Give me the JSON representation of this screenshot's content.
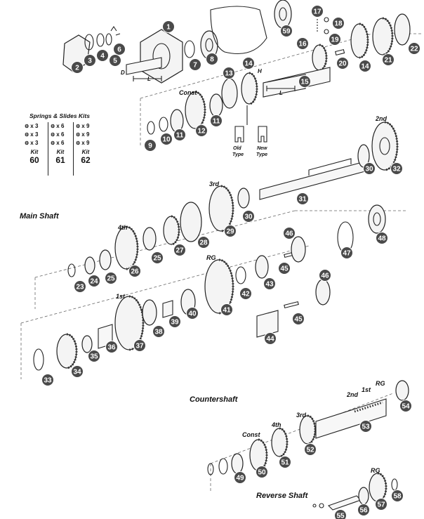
{
  "section_labels": {
    "main_shaft": "Main Shaft",
    "countershaft": "Countershaft",
    "reverse_shaft": "Reverse Shaft"
  },
  "gear_labels": {
    "const_top": "Const",
    "second_top": "2nd",
    "third_main": "3rd",
    "fourth_main": "4th",
    "rg_main": "RG",
    "first_main": "1st",
    "rg_counter": "RG",
    "first_counter": "1st",
    "second_counter": "2nd",
    "third_counter": "3rd",
    "fourth_counter": "4th",
    "const_counter": "Const",
    "rg_reverse": "RG"
  },
  "dimension_labels": {
    "d": "D",
    "l1": "L",
    "h": "H",
    "l2": "L"
  },
  "type_labels": {
    "old": "Old\nType",
    "new": "New\nType",
    "old_line1": "Old",
    "old_line2": "Type",
    "new_line1": "New",
    "new_line2": "Type"
  },
  "kit_table": {
    "title": "Springs & Slides Kits",
    "kit_label": "Kit",
    "columns": [
      {
        "rows": [
          "x 3",
          "x 3",
          "x 3"
        ],
        "kit": "60"
      },
      {
        "rows": [
          "x 6",
          "x 6",
          "x 6"
        ],
        "kit": "61"
      },
      {
        "rows": [
          "x 9",
          "x 9",
          "x 9"
        ],
        "kit": "62"
      }
    ]
  },
  "callouts": [
    "1",
    "2",
    "3",
    "4",
    "5",
    "6",
    "7",
    "8",
    "10",
    "11",
    "12",
    "13",
    "14",
    "15",
    "16",
    "17",
    "18",
    "19",
    "20",
    "21",
    "22",
    "23",
    "24",
    "25",
    "26",
    "27",
    "28",
    "29",
    "30",
    "31",
    "32",
    "33",
    "34",
    "35",
    "36",
    "37",
    "38",
    "39",
    "40",
    "41",
    "42",
    "43",
    "44",
    "45",
    "46",
    "47",
    "48",
    "49",
    "50",
    "51",
    "52",
    "53",
    "54",
    "55",
    "56",
    "57",
    "58",
    "59"
  ]
}
